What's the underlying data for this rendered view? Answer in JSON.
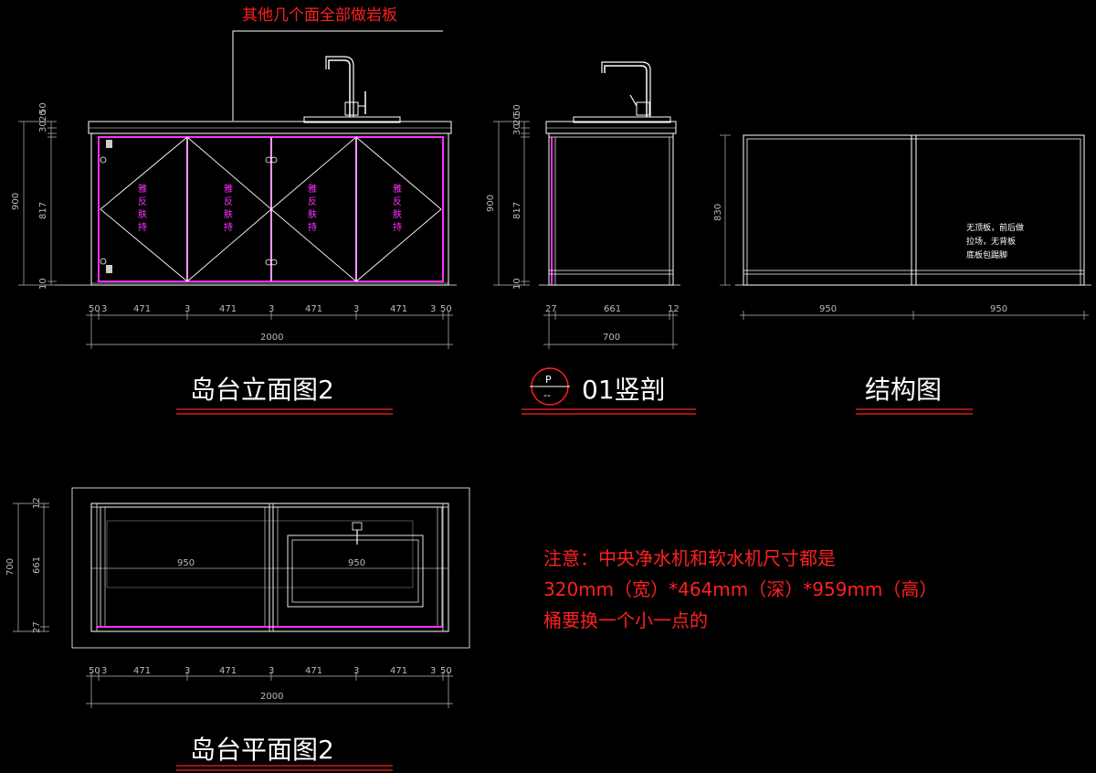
{
  "callout": "其他几个面全部做岩板",
  "elevation": {
    "title": "岛台立面图2",
    "v_dims": [
      "30",
      "20",
      "50",
      "900",
      "817",
      "10"
    ],
    "h_dims": [
      "50",
      "3",
      "471",
      "3",
      "471",
      "3",
      "471",
      "3",
      "471",
      "3",
      "50"
    ],
    "total": "2000",
    "panel_text": [
      "雅",
      "反",
      "肤",
      "持"
    ]
  },
  "section": {
    "title": "01竖剖",
    "symbol_top": "P",
    "symbol_bottom": "--",
    "v_dims": [
      "30",
      "20",
      "50",
      "900",
      "817",
      "10"
    ],
    "h_dims": [
      "27",
      "661",
      "12"
    ],
    "total": "700"
  },
  "structure": {
    "title": "结构图",
    "v_dim": "830",
    "h_dims": [
      "950",
      "950"
    ],
    "note_lines": [
      "无顶板，前后做",
      "拉场，无背板",
      "底板包踢脚"
    ]
  },
  "plan": {
    "title": "岛台平面图2",
    "v_dims": [
      "12",
      "700",
      "661",
      "27"
    ],
    "inner_labels": [
      "950",
      "950"
    ],
    "h_dims": [
      "50",
      "3",
      "471",
      "3",
      "471",
      "3",
      "471",
      "3",
      "471",
      "3",
      "50"
    ],
    "total": "2000"
  },
  "notice": {
    "line1": "注意：中央净水机和软水机尺寸都是",
    "line2": "320mm（宽）*464mm（深）*959mm（高）",
    "line3": "桶要换一个小一点的"
  },
  "colors": {
    "magenta": "#ff30ff",
    "red": "#ff2020",
    "line": "#ffffff",
    "dim": "#bbbbbb"
  }
}
